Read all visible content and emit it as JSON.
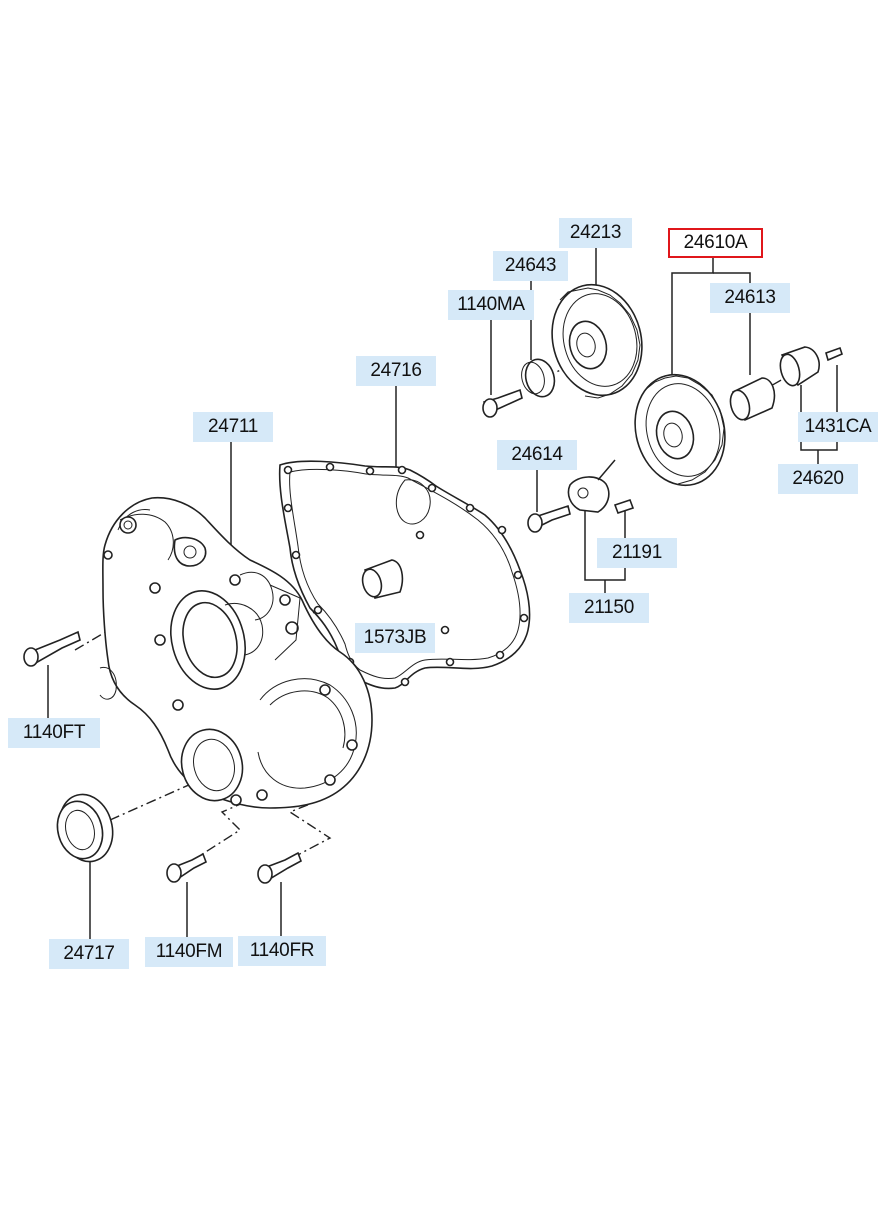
{
  "selected_part": "24610A",
  "labels": {
    "p24213": "24213",
    "p24643": "24643",
    "p24610A": "24610A",
    "p1140MA": "1140MA",
    "p24613": "24613",
    "p24716": "24716",
    "p1431CA": "1431CA",
    "p24711": "24711",
    "p24614": "24614",
    "p24620": "24620",
    "p21191": "21191",
    "p21150": "21150",
    "p1573JB": "1573JB",
    "p1140FT": "1140FT",
    "p24717": "24717",
    "p1140FM": "1140FM",
    "p1140FR": "1140FR"
  },
  "colors": {
    "label_bg": "#d6e9f8",
    "highlight": "#e0161b",
    "line": "#222222"
  }
}
